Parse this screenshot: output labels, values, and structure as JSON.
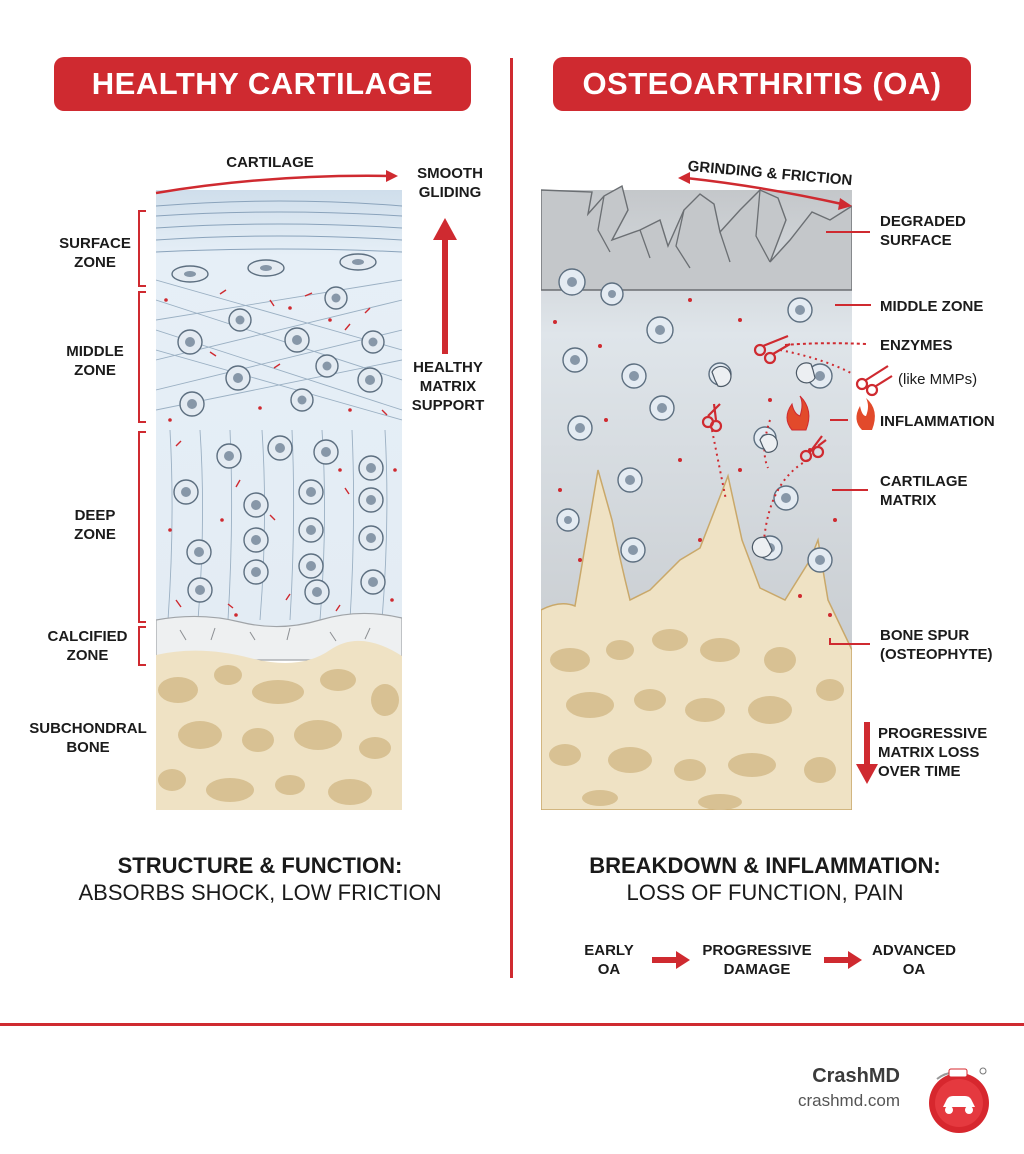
{
  "left": {
    "banner": "HEALTHY CARTILAGE",
    "top_label": "CARTILAGE",
    "smooth_label": "SMOOTH\nGLIDING",
    "support_label": "HEALTHY\nMATRIX\nSUPPORT",
    "zones": [
      {
        "label": "SURFACE\nZONE"
      },
      {
        "label": "MIDDLE\nZONE"
      },
      {
        "label": "DEEP\nZONE"
      },
      {
        "label": "CALCIFIED\nZONE"
      },
      {
        "label": "SUBCHONDRAL\nBONE"
      }
    ],
    "caption_title": "STRUCTURE & FUNCTION:",
    "caption_sub": "ABSORBS SHOCK, LOW FRICTION"
  },
  "right": {
    "banner": "OSTEOARTHRITIS (OA)",
    "friction_label": "GRINDING & FRICTION",
    "labels": {
      "degraded": "DEGRADED\nSURFACE",
      "middle": "MIDDLE ZONE",
      "enzymes": "ENZYMES",
      "mmps": "(like MMPs)",
      "inflammation": "INFLAMMATION",
      "matrix": "CARTILAGE\nMATRIX",
      "spur": "BONE SPUR\n(OSTEOPHYTE)",
      "progressive": "PROGRESSIVE\nMATRIX LOSS\nOVER TIME"
    },
    "caption_title": "BREAKDOWN & INFLAMMATION:",
    "caption_sub": "LOSS OF FUNCTION, PAIN",
    "stages": [
      "EARLY\nOA",
      "PROGRESSIVE\nDAMAGE",
      "ADVANCED\nOA"
    ]
  },
  "brand": {
    "name": "CrashMD",
    "url": "crashmd.com"
  },
  "colors": {
    "accent": "#cf2a30",
    "cartilage": "#dde8f1",
    "bone": "#efe2c4",
    "bone_hole": "#d8c193",
    "degraded": "#c9cccf"
  }
}
